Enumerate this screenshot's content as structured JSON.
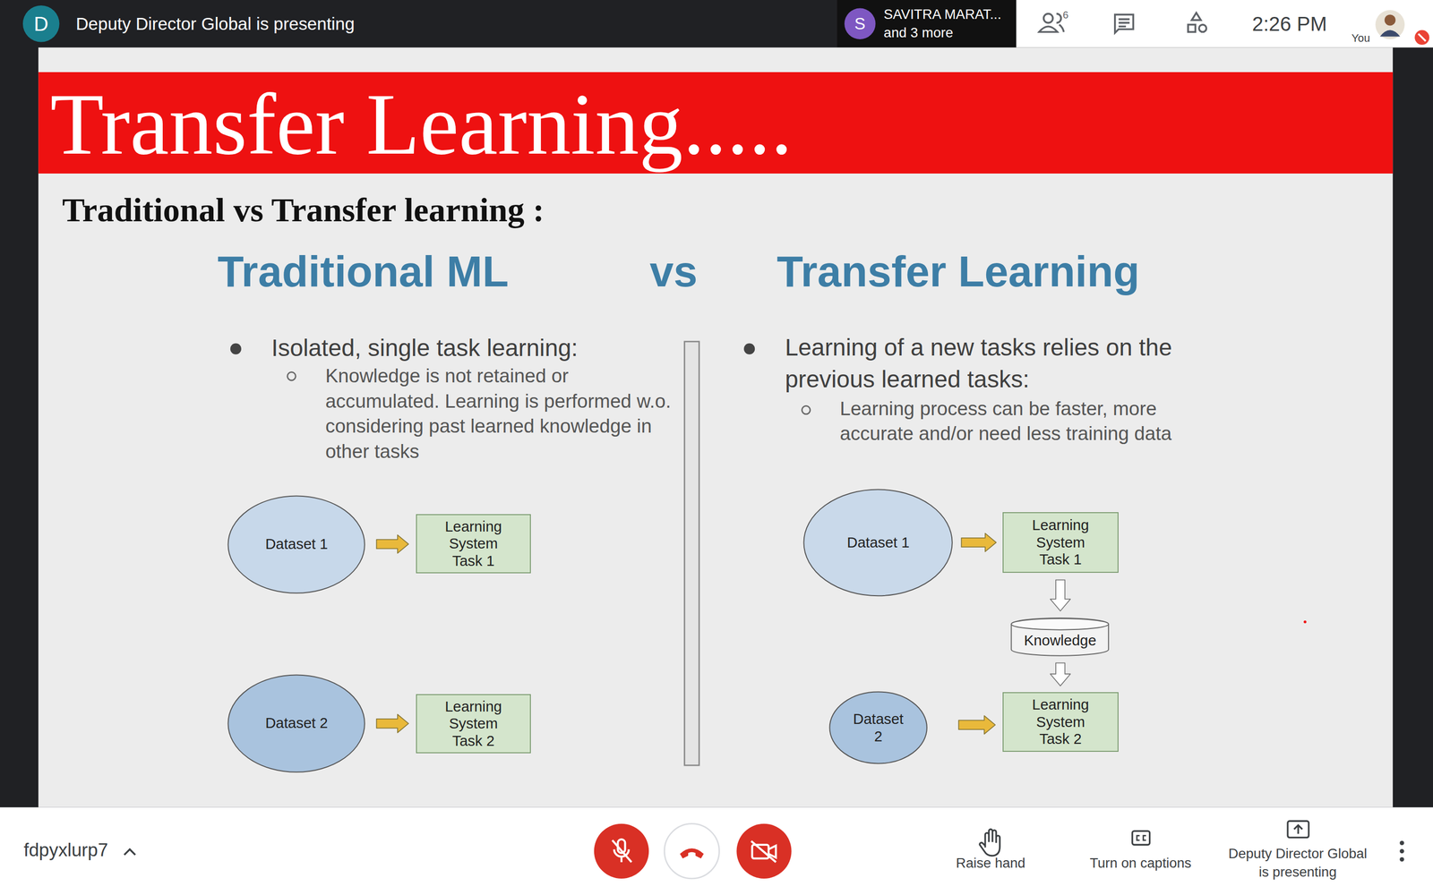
{
  "diagram": {
    "title": "Transfer Learning.....",
    "nodes": [
      {
        "text": [
          "Dataset 1"
        ]
      },
      {
        "text": [
          "Learning System Task 1"
        ]
      },
      {
        "text": [
          "Dataset 2"
        ]
      },
      {
        "text": [
          "Learning System Task 2"
        ]
      },
      {
        "text": [
          "Dataset 1"
        ]
      },
      {
        "text": [
          "Learning System Task 1"
        ]
      },
      {
        "text": [
          "Knowledge"
        ]
      },
      {
        "text": [
          "Dataset 2"
        ]
      },
      {
        "text": [
          "Learning System Task 2"
        ]
      }
    ],
    "edges": [
      {
        "from": 0,
        "to": 1,
        "arrow": "to"
      },
      {
        "from": 2,
        "to": 3,
        "arrow": "to"
      },
      {
        "from": 4,
        "to": 5,
        "arrow": "to"
      },
      {
        "from": 5,
        "to": 6,
        "arrow": "to"
      },
      {
        "from": 6,
        "to": 8,
        "arrow": "to"
      },
      {
        "from": 7,
        "to": 8,
        "arrow": "to"
      }
    ],
    "labels": [
      "D",
      "Deputy Director Global is presenting",
      "S",
      "SAVITRA MARAT...",
      "and 3 more",
      "6",
      "2:26 PM",
      "You",
      "Traditional vs Transfer learning :",
      "Traditional ML",
      "vs",
      "Transfer Learning",
      "Isolated, single task learning:",
      "Knowledge is not retained or accumulated. Learning is performed w.o. considering past learned knowledge in other tasks",
      "Learning of a new tasks relies on the previous learned tasks:",
      "Learning process can be faster, more accurate and/or need less training data",
      "fdpyxlurp7",
      "Raise hand",
      "Turn on captions",
      "Deputy Director Global is presenting"
    ]
  }
}
